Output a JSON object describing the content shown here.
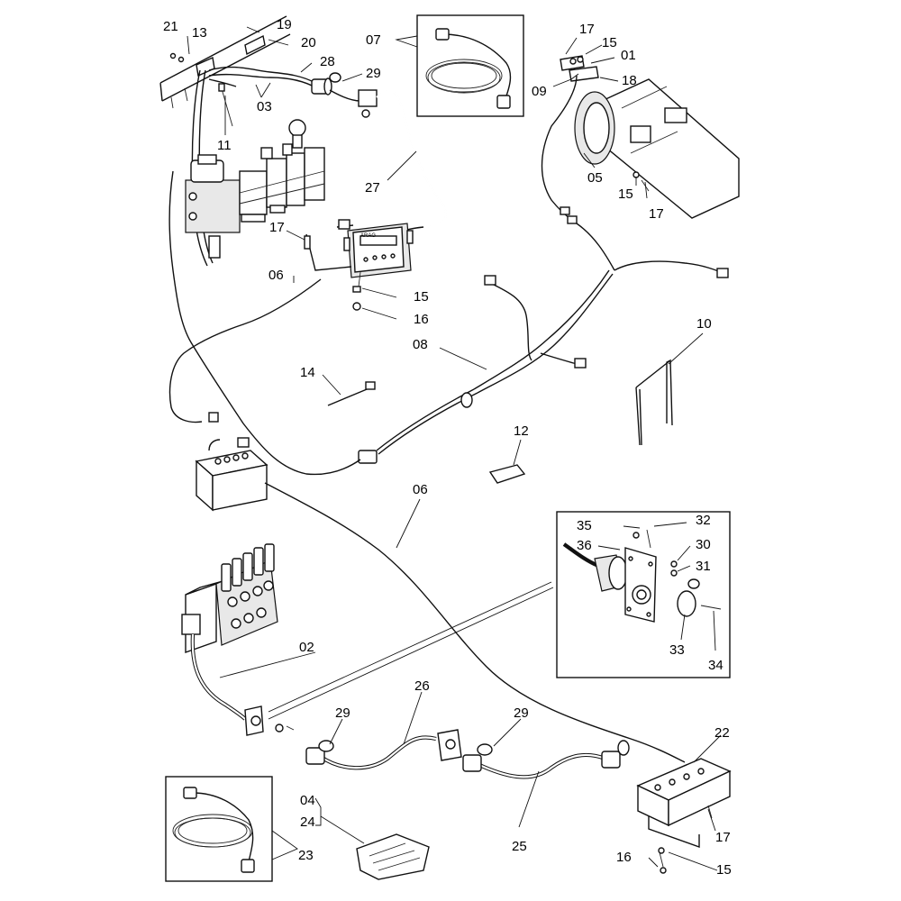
{
  "callouts": {
    "c21": "21",
    "c13": "13",
    "c19": "19",
    "c20": "20",
    "c28": "28",
    "c29a": "29",
    "c03": "03",
    "c11": "11",
    "c27": "27",
    "c07": "07",
    "c17a": "17",
    "c15a": "15",
    "c01": "01",
    "c09": "09",
    "c18": "18",
    "c05": "05",
    "c15b": "15",
    "c17b": "17",
    "c17c": "17",
    "c06a": "06",
    "c15c": "15",
    "c16a": "16",
    "c08": "08",
    "c14": "14",
    "c10": "10",
    "c12": "12",
    "c06b": "06",
    "c35": "35",
    "c32": "32",
    "c36": "36",
    "c30": "30",
    "c31": "31",
    "c33": "33",
    "c34": "34",
    "c02": "02",
    "c26": "26",
    "c29b": "29",
    "c29c": "29",
    "c22": "22",
    "c04": "04",
    "c24": "24",
    "c25": "25",
    "c23": "23",
    "c17d": "17",
    "c16b": "16",
    "c15d": "15"
  },
  "monitor": {
    "brand": "ARAG"
  }
}
